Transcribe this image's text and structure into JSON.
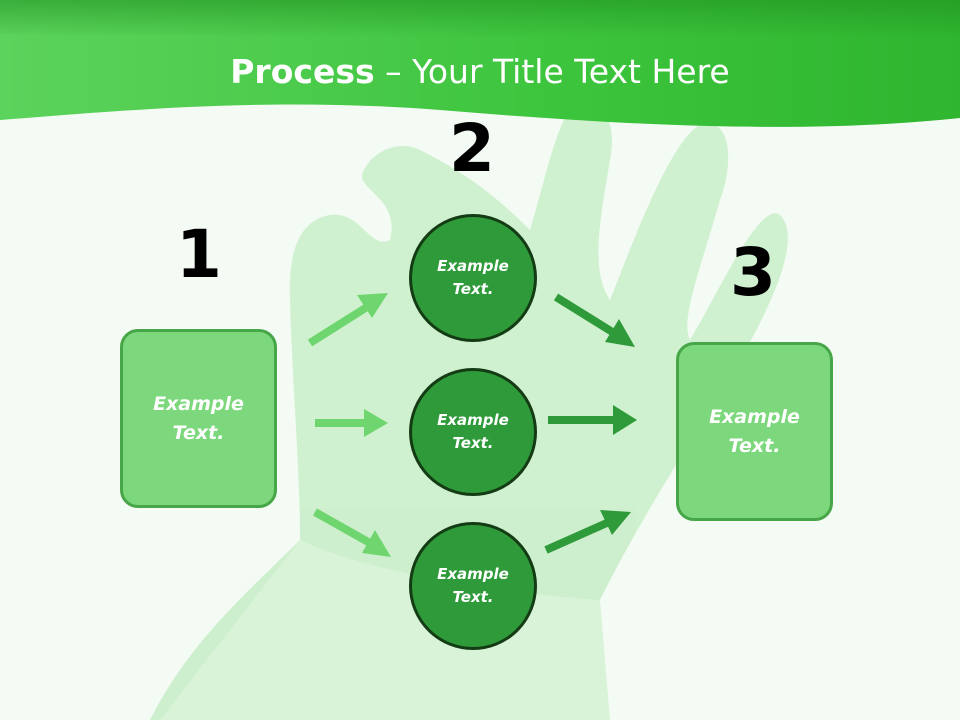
{
  "title": {
    "bold": "Process",
    "rest": " – Your Title Text Here"
  },
  "colors": {
    "header_green": "#3cc43c",
    "box_fill": "#7dd87d",
    "circle_fill": "#2f9a3a",
    "arrow_light": "#6fd66f",
    "arrow_dark": "#2f9a3a"
  },
  "steps": [
    {
      "number": "1",
      "text": "Example\nText."
    },
    {
      "number": "2",
      "items": [
        "Example\nText.",
        "Example\nText.",
        "Example\nText."
      ]
    },
    {
      "number": "3",
      "text": "Example\nText."
    }
  ]
}
